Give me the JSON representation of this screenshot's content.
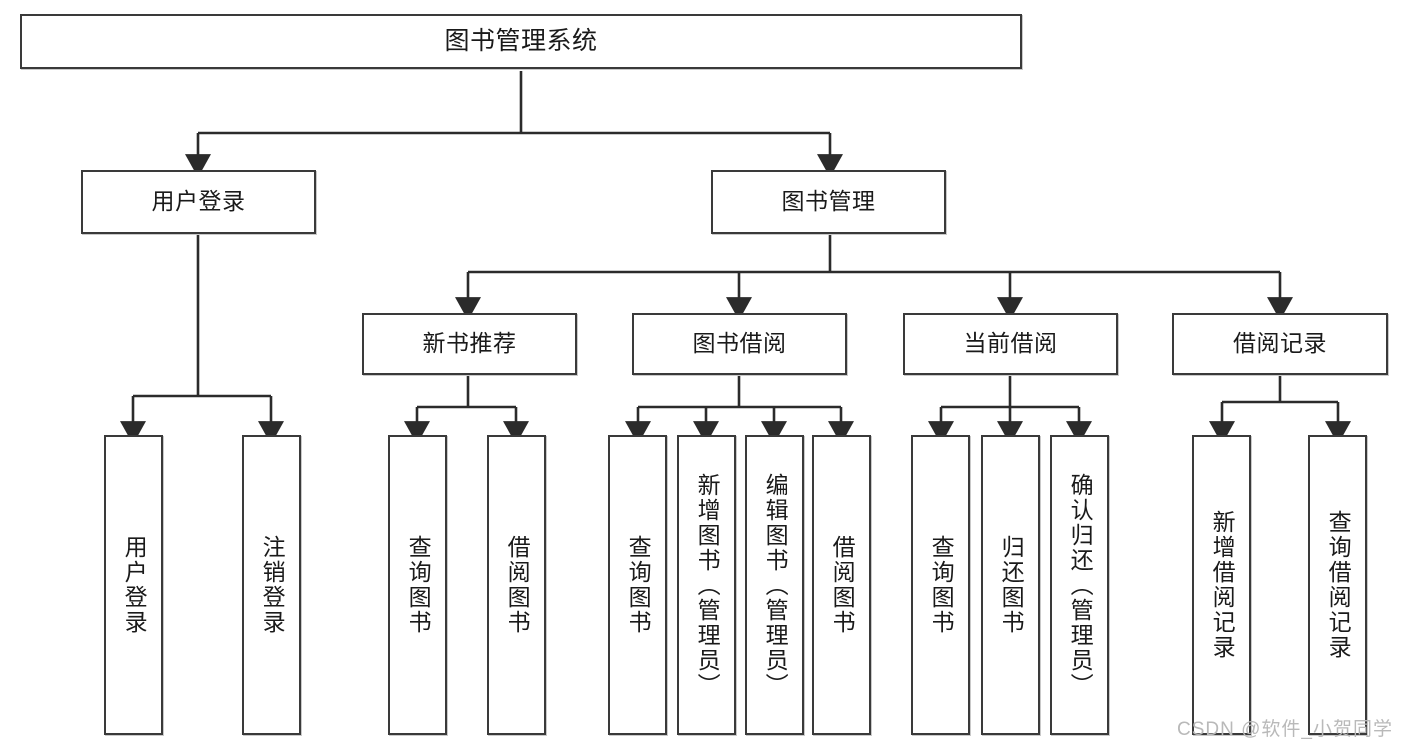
{
  "diagram": {
    "type": "tree-hierarchy",
    "title": "图书管理系统",
    "root": {
      "id": "root",
      "label": "图书管理系统",
      "level": 1
    },
    "level2": [
      {
        "id": "user-login",
        "label": "用户登录"
      },
      {
        "id": "book-management",
        "label": "图书管理"
      }
    ],
    "level3": [
      {
        "id": "new-book-recommend",
        "label": "新书推荐",
        "parent": "book-management"
      },
      {
        "id": "book-borrow",
        "label": "图书借阅",
        "parent": "book-management"
      },
      {
        "id": "current-borrow",
        "label": "当前借阅",
        "parent": "book-management"
      },
      {
        "id": "borrow-record",
        "label": "借阅记录",
        "parent": "book-management"
      }
    ],
    "leaves": [
      {
        "id": "leaf-user-login",
        "label": "用户登录",
        "parent": "user-login"
      },
      {
        "id": "leaf-logout-login",
        "label": "注销登录",
        "parent": "user-login"
      },
      {
        "id": "leaf-query-book-1",
        "label": "查询图书",
        "parent": "new-book-recommend"
      },
      {
        "id": "leaf-borrow-book-1",
        "label": "借阅图书",
        "parent": "new-book-recommend"
      },
      {
        "id": "leaf-query-book-2",
        "label": "查询图书",
        "parent": "book-borrow"
      },
      {
        "id": "leaf-add-book",
        "label": "新增图书（管理员）",
        "parent": "book-borrow"
      },
      {
        "id": "leaf-edit-book",
        "label": "编辑图书（管理员）",
        "parent": "book-borrow"
      },
      {
        "id": "leaf-borrow-book-2",
        "label": "借阅图书",
        "parent": "book-borrow"
      },
      {
        "id": "leaf-query-book-3",
        "label": "查询图书",
        "parent": "current-borrow"
      },
      {
        "id": "leaf-return-book",
        "label": "归还图书",
        "parent": "current-borrow"
      },
      {
        "id": "leaf-confirm-return",
        "label": "确认归还（管理员）",
        "parent": "current-borrow"
      },
      {
        "id": "leaf-add-record",
        "label": "新增借阅记录",
        "parent": "borrow-record"
      },
      {
        "id": "leaf-query-record",
        "label": "查询借阅记录",
        "parent": "borrow-record"
      }
    ],
    "colors": {
      "box_border": "#3a3a3a",
      "box_fill": "#ffffff",
      "connector": "#2b2b2b",
      "text": "#1a1a1a",
      "watermark": "#b9b9b9"
    }
  },
  "watermark": {
    "text": "CSDN @软件_小贺同学"
  }
}
